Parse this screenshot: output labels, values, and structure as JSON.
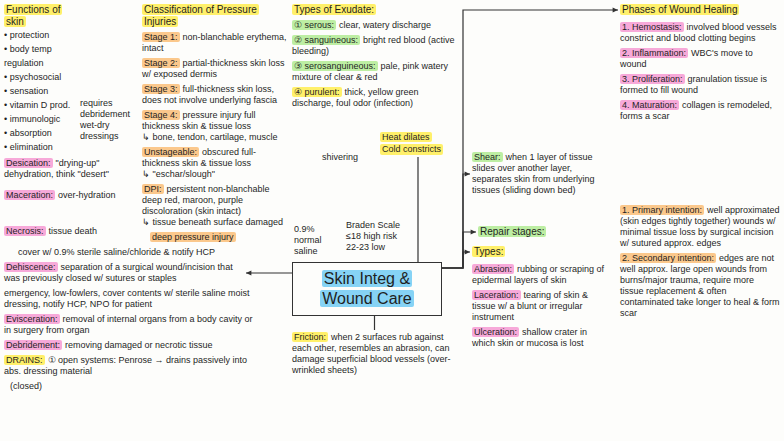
{
  "diagram": {
    "nodes": [
      {
        "text": [
          "Functions of skin",
          "• protection",
          "• body temp regulation",
          "• psychosocial",
          "• sensation",
          "• vitamin D prod.",
          "• immunologic",
          "• absorption",
          "• elimination"
        ]
      },
      {
        "text": [
          "Classification of Pressure Injuries"
        ]
      },
      {
        "text": [
          "Stage 1:",
          "non-blanchable erythema, intact"
        ]
      },
      {
        "text": [
          "Stage 2:",
          "partial-thickness skin loss w/ exposed dermis"
        ]
      },
      {
        "text": [
          "Stage 3:",
          "full-thickness skin loss, does not involve underlying fascia"
        ]
      },
      {
        "text": [
          "Stage 4:",
          "pressure injury full thickness skin & tissue loss",
          "↳ bone, tendon, cartilage, muscle"
        ]
      },
      {
        "text": [
          "Unstageable:",
          "obscured full-thickness skin & tissue loss",
          "↳ \"eschar/slough\""
        ]
      },
      {
        "text": [
          "DPI:",
          "persistent non-blanchable deep red, maroon, purple discoloration (skin intact)",
          "↳ tissue beneath surface damaged"
        ]
      },
      {
        "text": [
          "deep pressure injury"
        ]
      },
      {
        "text": [
          "Types of Exudate:"
        ]
      },
      {
        "text": [
          "① serous:",
          "clear, watery discharge"
        ]
      },
      {
        "text": [
          "② sanguineous:",
          "bright red blood (active bleeding)"
        ]
      },
      {
        "text": [
          "③ serosanguineous:",
          "pale, pink watery mixture of clear & red"
        ]
      },
      {
        "text": [
          "④ purulent:",
          "thick, yellow green discharge, foul odor (infection)"
        ]
      },
      {
        "text": [
          "Phases of Wound Healing"
        ]
      },
      {
        "text": [
          "1. Hemostasis:",
          "involved blood vessels constrict and blood clotting begins"
        ]
      },
      {
        "text": [
          "2. Inflammation:",
          "WBC's move to wound"
        ]
      },
      {
        "text": [
          "3. Proliferation:",
          "granulation tissue is formed to fill wound"
        ]
      },
      {
        "text": [
          "4. Maturation:",
          "collagen is remodeled, forms a scar"
        ]
      },
      {
        "text": [
          "Heat dilates",
          "Cold constricts"
        ]
      },
      {
        "text": [
          "Shear:",
          "when 1 layer of tissue slides over another layer, separates skin from underlying tissues (sliding down bed)"
        ]
      },
      {
        "text": [
          "Desication:",
          "\"drying-up\" dehydration, think \"desert\""
        ]
      },
      {
        "text": [
          "Maceration:",
          "over-hydration"
        ]
      },
      {
        "text": [
          "Skin Integ & Wound Care"
        ]
      },
      {
        "text": [
          "Repair stages:"
        ]
      },
      {
        "text": [
          "Necrosis:",
          "tissue death"
        ]
      },
      {
        "text": [
          "Dehiscence:",
          "separation of a surgical wound/incision that was previously closed w/ sutures or staples"
        ]
      },
      {
        "text": [
          "Types:"
        ]
      },
      {
        "text": [
          "Abrasion:",
          "rubbing or scraping of epidermal layers of skin"
        ]
      },
      {
        "text": [
          "1. Primary intention:",
          "well approximated (skin edges tightly together) wounds w/ minimal tissue loss by surgical incision w/ sutured approx. edges"
        ]
      },
      {
        "text": [
          "Evisceration:",
          "removal of internal organs from a body cavity or in surgery from organ"
        ]
      },
      {
        "text": [
          "Laceration:",
          "tearing of skin & tissue w/ a blunt or irregular instrument"
        ]
      },
      {
        "text": [
          "2. Secondary intention:",
          "edges are not well approx. large open wounds from burns/major trauma, require more tissue replacement & often contaminated take longer to heal & form scar"
        ]
      },
      {
        "text": [
          "Debridement:",
          "removing damaged or necrotic tissue"
        ]
      },
      {
        "text": [
          "Ulceration:",
          "shallow crater in which skin or mucosa is lost"
        ]
      },
      {
        "text": [
          "Friction:",
          "when 2 surfaces rub against each other, resembles an abrasion, can damage superficial blood vessels (over-wrinkled sheets)"
        ]
      },
      {
        "text": [
          "DRAINS:",
          "① open systems: Penrose → drains passively into abs. dressing material"
        ]
      }
    ],
    "edges": [
      {
        "from": 23,
        "to": 14,
        "arrow": "to"
      },
      {
        "from": 23,
        "to": 19,
        "arrow": "none"
      },
      {
        "from": 23,
        "to": 20,
        "arrow": "to"
      },
      {
        "from": 23,
        "to": 24,
        "arrow": "to"
      },
      {
        "from": 23,
        "to": 27,
        "arrow": "to"
      },
      {
        "from": 23,
        "to": 26,
        "arrow": "to"
      },
      {
        "from": 23,
        "to": 35,
        "arrow": "none"
      }
    ],
    "labels": [
      "requires debridement wet-dry dressings",
      "cover w/ 0.9% sterile saline/chloride & notify HCP",
      "emergency, low-fowlers, cover contents w/ sterile saline moist dressing, notify HCP, NPO for patient",
      "(closed)",
      "0.9% normal saline",
      "Braden Scale",
      "≤18 high risk",
      "22-23 low",
      "shivering"
    ]
  }
}
